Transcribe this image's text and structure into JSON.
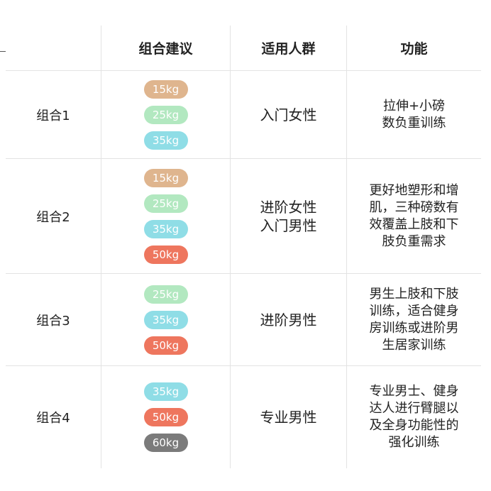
{
  "headers": [
    "",
    "组合建议",
    "适用人群",
    "功能"
  ],
  "colors": {
    "15kg": "#dfb58e",
    "25kg": "#b2e8c0",
    "35kg": "#8fdde6",
    "50kg": "#ee765e",
    "60kg": "#7b7b7b"
  },
  "rows": [
    {
      "name": "组合1",
      "weights": [
        "15kg",
        "25kg",
        "35kg"
      ],
      "crowd": [
        "入门女性"
      ],
      "function": [
        "拉伸+小磅",
        "数负重训练"
      ]
    },
    {
      "name": "组合2",
      "weights": [
        "15kg",
        "25kg",
        "35kg",
        "50kg"
      ],
      "crowd": [
        "进阶女性",
        "入门男性"
      ],
      "function": [
        "更好地塑形和增",
        "肌，三种磅数有",
        "效覆盖上肢和下",
        "肢负重需求"
      ]
    },
    {
      "name": "组合3",
      "weights": [
        "25kg",
        "35kg",
        "50kg"
      ],
      "crowd": [
        "进阶男性"
      ],
      "function": [
        "男生上肢和下肢",
        "训练，适合健身",
        "房训练或进阶男",
        "生居家训练"
      ]
    },
    {
      "name": "组合4",
      "weights": [
        "35kg",
        "50kg",
        "60kg"
      ],
      "crowd": [
        "专业男性"
      ],
      "function": [
        "专业男士、健身",
        "达人进行臂腿以",
        "及全身功能性的",
        "强化训练"
      ]
    }
  ]
}
